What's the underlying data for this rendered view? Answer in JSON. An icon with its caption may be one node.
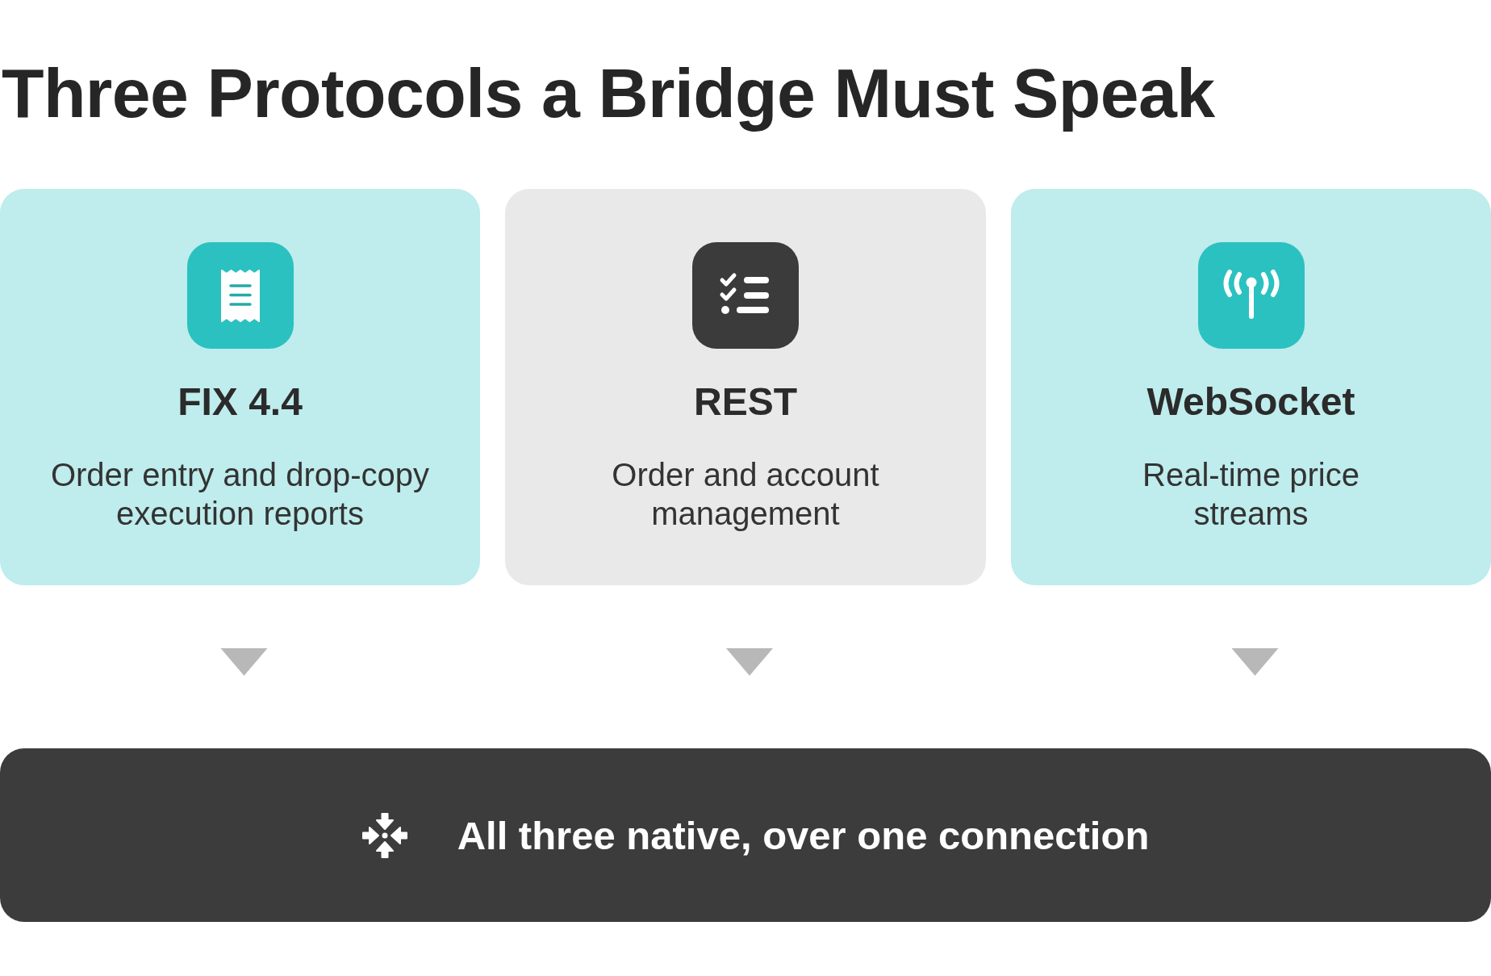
{
  "diagram": {
    "title": "Three Protocols a Bridge Must Speak",
    "nodes": [
      {
        "text": [
          "FIX 4.4",
          "Order entry and drop-copy execution reports"
        ]
      },
      {
        "text": [
          "REST",
          "Order and account management"
        ]
      },
      {
        "text": [
          "WebSocket",
          "Real-time price streams"
        ]
      },
      {
        "text": [
          "All three native, over one connection"
        ]
      }
    ],
    "edges": [
      {
        "from": 0,
        "to": 3,
        "arrow": "to"
      },
      {
        "from": 1,
        "to": 3,
        "arrow": "to"
      },
      {
        "from": 2,
        "to": 3,
        "arrow": "to"
      }
    ]
  }
}
